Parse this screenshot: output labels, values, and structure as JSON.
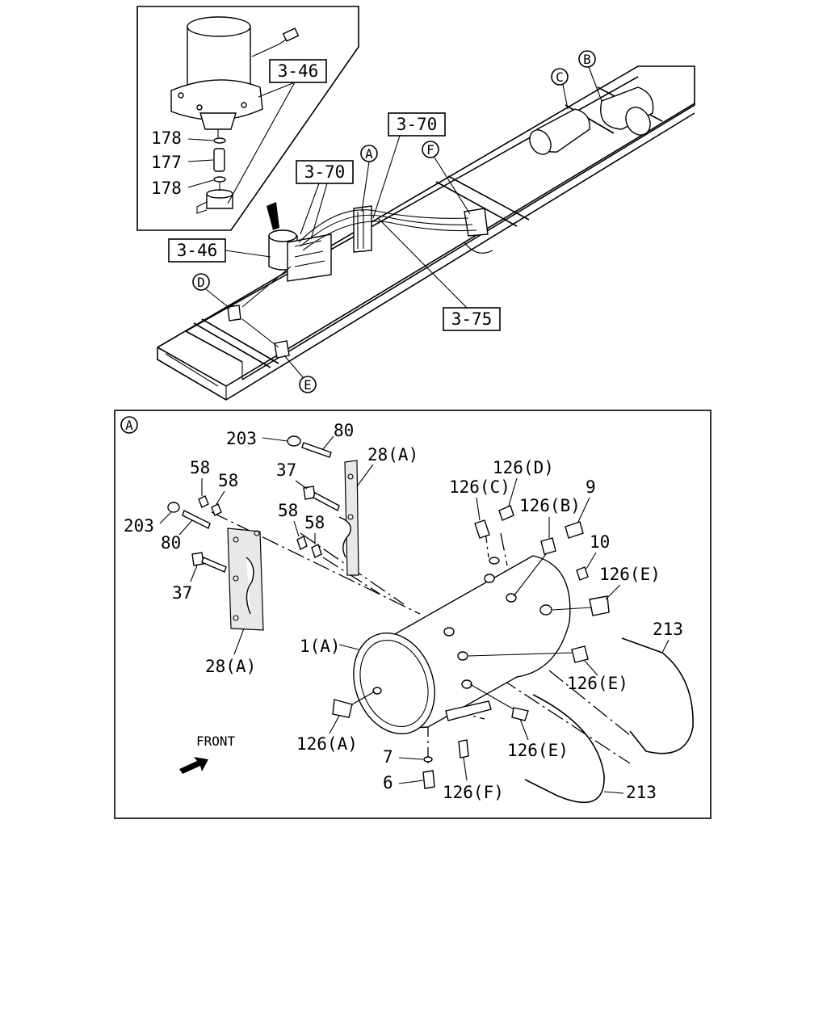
{
  "top_view": {
    "callouts": {
      "ref_3_46_inset": "3-46",
      "ref_3_46": "3-46",
      "ref_3_70_right": "3-70",
      "ref_3_70_left": "3-70",
      "ref_3_75": "3-75",
      "part_178_top": "178",
      "part_177": "177",
      "part_178_bottom": "178"
    },
    "markers": {
      "a": "A",
      "b": "B",
      "c": "C",
      "d": "D",
      "e": "E",
      "f": "F"
    }
  },
  "detail_a": {
    "marker": "A",
    "front_label": "FRONT",
    "parts": {
      "p203_top": "203",
      "p80_top": "80",
      "p28a_top": "28(A)",
      "p37_top": "37",
      "p58_top_a": "58",
      "p58_top_b": "58",
      "p58_left_a": "58",
      "p58_left_b": "58",
      "p203_left": "203",
      "p80_left": "80",
      "p37_left": "37",
      "p28a_bottom": "28(A)",
      "p1a": "1(A)",
      "p126d": "126(D)",
      "p126c": "126(C)",
      "p126b": "126(B)",
      "p9": "9",
      "p10": "10",
      "p126e_right": "126(E)",
      "p213_top": "213",
      "p126e_mid": "126(E)",
      "p126e_low": "126(E)",
      "p126a": "126(A)",
      "p126f": "126(F)",
      "p7": "7",
      "p6": "6",
      "p213_bottom": "213"
    }
  }
}
